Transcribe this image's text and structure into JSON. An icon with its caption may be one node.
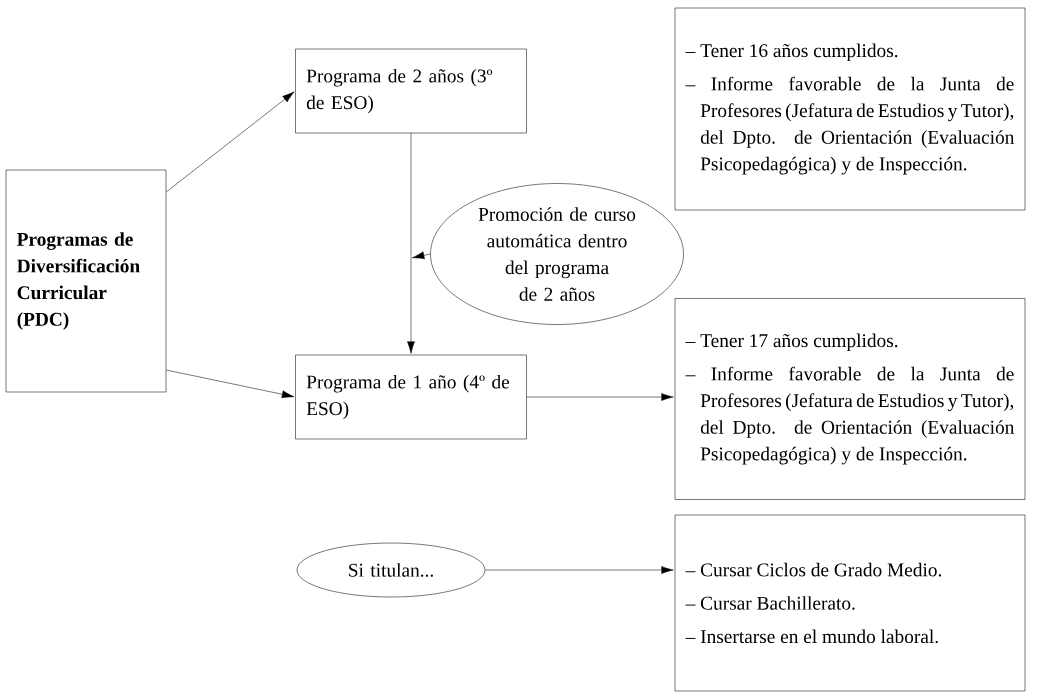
{
  "diagram": {
    "nodes": [
      {
        "text": [
          "Programas de Diversificación Curricular (PDC)"
        ]
      },
      {
        "text": [
          "Programa de 2 años (3º de ESO)"
        ]
      },
      {
        "text": [
          "– Tener 16 años cumplidos.",
          "– Informe favorable de la Junta de Profesores (Jefatura de Estudios y Tutor), del Dpto. de Orientación (Evaluación Psicopedagógica) y de Inspección."
        ]
      },
      {
        "text": [
          "Promoción de curso automática dentro del programa de 2 años"
        ]
      },
      {
        "text": [
          "Programa de 1 año (4º de ESO)"
        ]
      },
      {
        "text": [
          "– Tener 17 años cumplidos.",
          "– Informe favorable de la Junta de Profesores (Jefatura de Estudios y Tutor), del Dpto. de Orientación (Evaluación Psicopedagógica) y de Inspección."
        ]
      },
      {
        "text": [
          "Si titulan..."
        ]
      },
      {
        "text": [
          "– Cursar Ciclos de Grado Medio.",
          "– Cursar Bachillerato.",
          "– Insertarse en el mundo laboral."
        ]
      }
    ],
    "edges": [
      {
        "from": 0,
        "to": 1,
        "arrow": "to"
      },
      {
        "from": 0,
        "to": 4,
        "arrow": "to"
      },
      {
        "from": 1,
        "to": 4,
        "arrow": "to"
      },
      {
        "from": 3,
        "to": null,
        "arrow": "to"
      },
      {
        "from": 4,
        "to": 5,
        "arrow": "to"
      },
      {
        "from": 6,
        "to": 7,
        "arrow": "to"
      }
    ]
  }
}
